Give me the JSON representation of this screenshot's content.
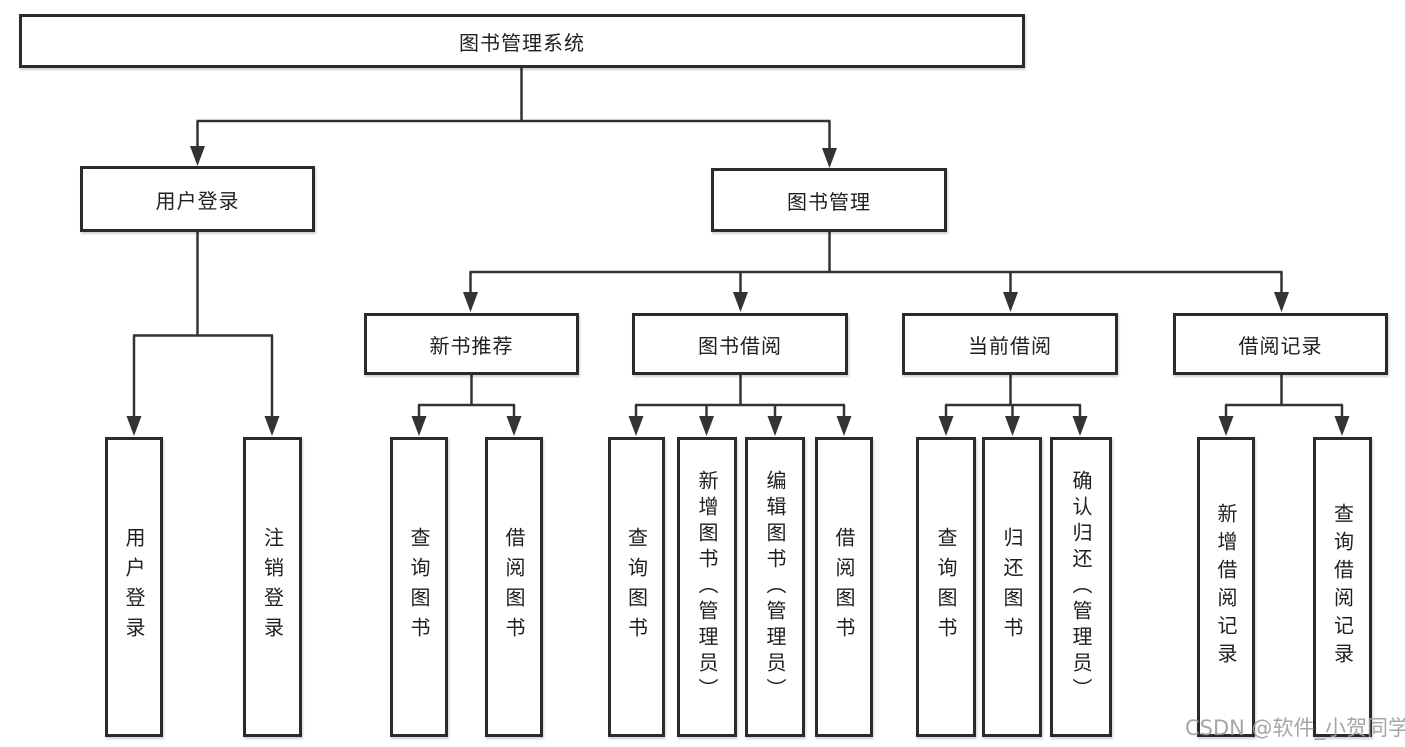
{
  "title": "图书管理系统",
  "level2": {
    "user_login": "用户登录",
    "book_management": "图书管理"
  },
  "level3": {
    "new_book_recommend": "新书推荐",
    "book_borrow": "图书借阅",
    "current_borrow": "当前借阅",
    "borrow_record": "借阅记录"
  },
  "leaves": {
    "user_login": "用户登录",
    "logout": "注销登录",
    "nbr_query_book": "查询图书",
    "nbr_borrow_book": "借阅图书",
    "bb_query_book": "查询图书",
    "bb_add_book": "新增图书（管理员）",
    "bb_edit_book": "编辑图书（管理员）",
    "bb_borrow_book": "借阅图书",
    "cb_query_book": "查询图书",
    "cb_return_book": "归还图书",
    "cb_confirm_return": "确认归还（管理员）",
    "br_add_record": "新增借阅记录",
    "br_query_record": "查询借阅记录"
  },
  "watermark": "CSDN @软件_小贺同学",
  "colors": {
    "line": "#333333",
    "box_border": "#2b2b2b",
    "text": "#1f1f1f",
    "watermark": "#9e9e9e",
    "background": "#ffffff"
  }
}
